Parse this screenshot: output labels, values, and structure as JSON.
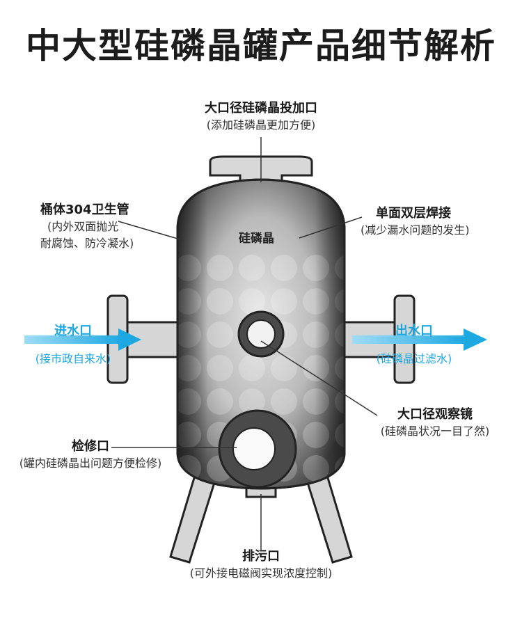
{
  "title": "中大型硅磷晶罐产品细节解析",
  "tank_label": "硅磷晶",
  "callouts": {
    "top_inlet": {
      "heading": "大口径硅磷晶投加口",
      "sub": "(添加硅磷晶更加方便)"
    },
    "body_material": {
      "heading": "桶体304卫生管",
      "sub1": "(内外双面抛光",
      "sub2": "耐腐蚀、防冷凝水)"
    },
    "welding": {
      "heading": "单面双层焊接",
      "sub": "(减少漏水问题的发生)"
    },
    "water_in": {
      "heading": "进水口",
      "sub": "(接市政自来水)"
    },
    "water_out": {
      "heading": "出水口",
      "sub": "(硅磷晶过滤水)"
    },
    "sight_glass": {
      "heading": "大口径观察镜",
      "sub": "(硅磷晶状况一目了然)"
    },
    "inspection": {
      "heading": "检修口",
      "sub": "(罐内硅磷晶出问题方便检修)"
    },
    "drain": {
      "heading": "排污口",
      "sub": "(可外接电磁阀实现浓度控制)"
    }
  },
  "colors": {
    "accent": "#1ea8e2",
    "tank_dark": "#3a3a3a",
    "tank_light": "#d8d8d8",
    "outline": "#222222"
  }
}
